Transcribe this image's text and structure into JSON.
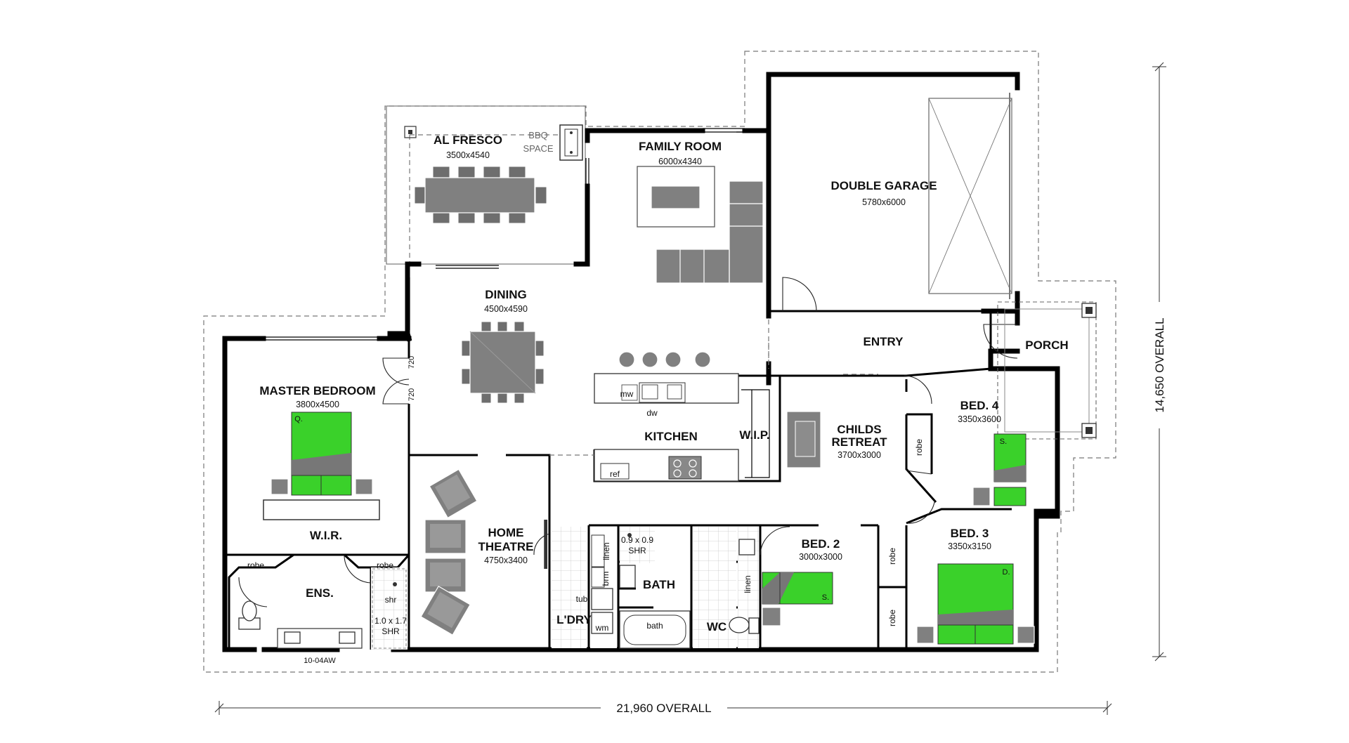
{
  "rooms": {
    "alfresco": {
      "name": "AL FRESCO",
      "dims": "3500x4540"
    },
    "bbq": {
      "line1": "BBQ",
      "line2": "SPACE"
    },
    "family": {
      "name": "FAMILY ROOM",
      "dims": "6000x4340"
    },
    "garage": {
      "name": "DOUBLE GARAGE",
      "dims": "5780x6000"
    },
    "dining": {
      "name": "DINING",
      "dims": "4500x4590"
    },
    "master": {
      "name": "MASTER BEDROOM",
      "dims": "3800x4500"
    },
    "entry": {
      "name": "ENTRY"
    },
    "porch": {
      "name": "PORCH"
    },
    "kitchen": {
      "name": "KITCHEN"
    },
    "wip": {
      "name": "W.I.P."
    },
    "childs": {
      "line1": "CHILDS",
      "line2": "RETREAT",
      "dims": "3700x3000"
    },
    "bed4": {
      "name": "BED. 4",
      "dims": "3350x3600"
    },
    "wir": {
      "name": "W.I.R."
    },
    "theatre": {
      "line1": "HOME",
      "line2": "THEATRE",
      "dims": "4750x3400"
    },
    "ens": {
      "name": "ENS."
    },
    "bath": {
      "name": "BATH"
    },
    "ldry": {
      "name": "L'DRY"
    },
    "wc": {
      "name": "WC"
    },
    "bed2": {
      "name": "BED. 2",
      "dims": "3000x3000"
    },
    "bed3": {
      "name": "BED. 3",
      "dims": "3350x3150"
    }
  },
  "labels": {
    "mw": "mw",
    "dw": "dw",
    "ref": "ref",
    "robe": "robe",
    "shr": "shr",
    "ens_shr_line1": "1.0 x 1.7",
    "ens_shr_line2": "SHR",
    "bath_shr_line1": "0.9 x 0.9",
    "bath_shr_line2": "SHR",
    "linen": "linen",
    "brm": "brm",
    "tub": "tub",
    "wm": "wm",
    "bath_tub": "bath",
    "door_720": "720",
    "window_code": "10-04AW",
    "bed_master": "Q.",
    "bed_single": "S.",
    "bed_double": "D."
  },
  "dimensions": {
    "overall_width": "21,960 OVERALL",
    "overall_depth": "14,650 OVERALL"
  },
  "colors": {
    "bed_green": "#3ad12a",
    "furniture_grey": "#808080",
    "wall": "#000000"
  }
}
